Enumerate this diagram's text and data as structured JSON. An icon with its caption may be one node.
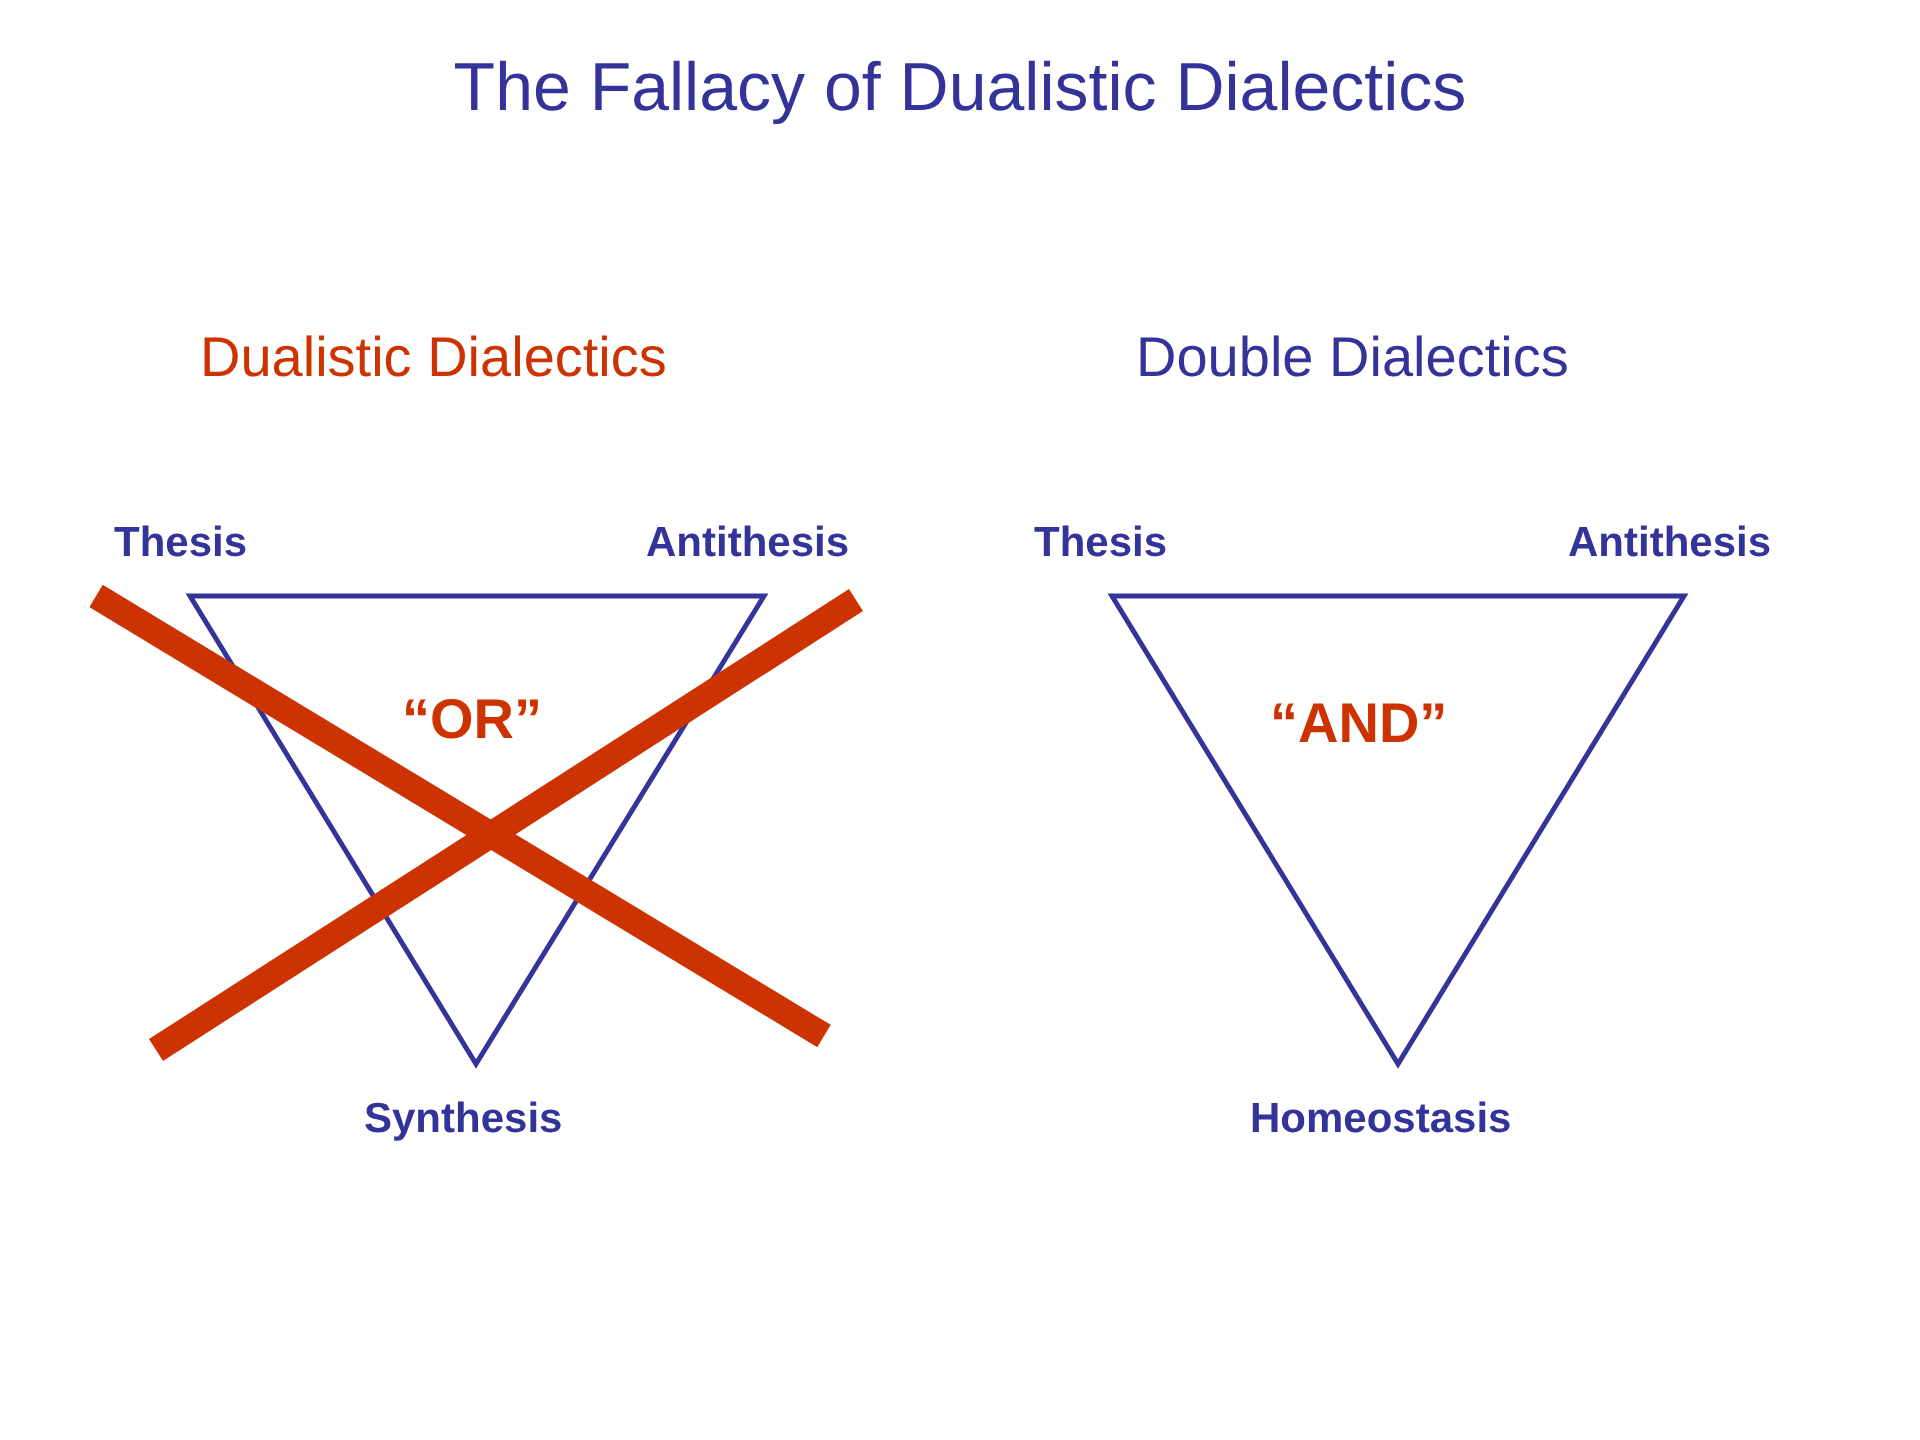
{
  "diagram": {
    "title": "The Fallacy of Dualistic Dialectics",
    "nodes": [
      {
        "text": [
          "“OR”"
        ],
        "beside": [
          "Thesis",
          "Antithesis",
          "Synthesis"
        ]
      },
      {
        "text": [
          "“AND”"
        ],
        "beside": [
          "Thesis",
          "Antithesis",
          "Homeostasis"
        ]
      }
    ],
    "labels": [
      "Dualistic Dialectics",
      "Double Dialectics"
    ]
  }
}
